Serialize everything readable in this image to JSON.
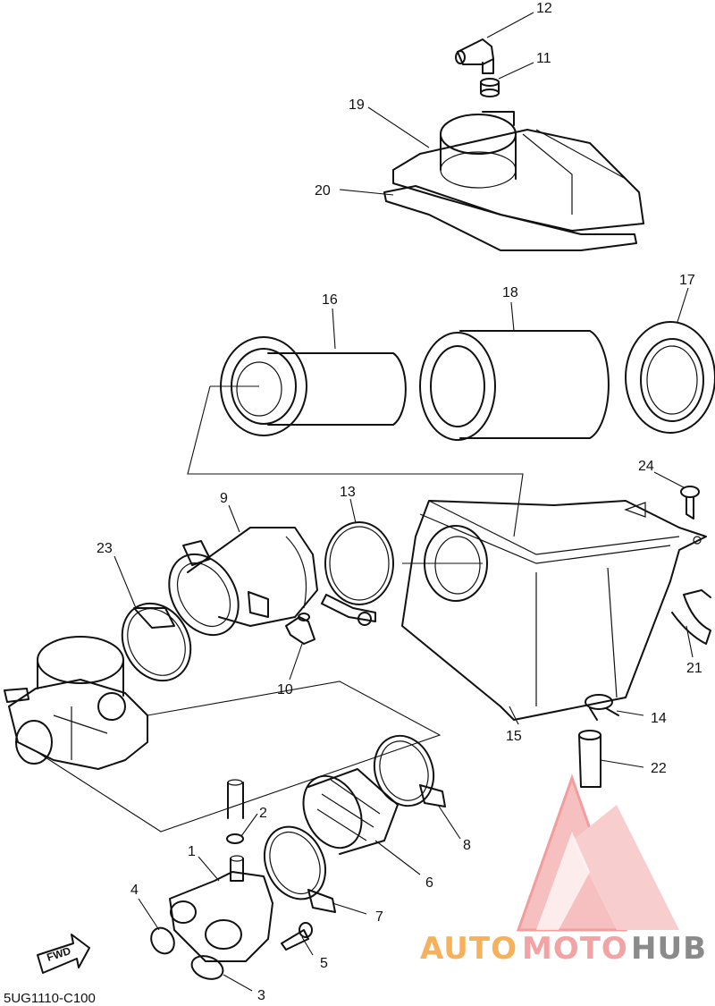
{
  "diagram": {
    "part_code": "5UG1110-C100",
    "direction_label": "FWD",
    "callouts": [
      "1",
      "2",
      "3",
      "4",
      "5",
      "6",
      "7",
      "8",
      "9",
      "10",
      "11",
      "12",
      "13",
      "14",
      "15",
      "16",
      "17",
      "18",
      "19",
      "20",
      "21",
      "22",
      "23",
      "24"
    ]
  },
  "watermark": {
    "word_1": "AUTO",
    "word_2": "MOTO",
    "word_3": "HUB",
    "colors": {
      "auto": "#f6b15a",
      "moto": "#f3a3a3",
      "hub": "#8a8a8a",
      "logo": "#f28c8c"
    }
  }
}
